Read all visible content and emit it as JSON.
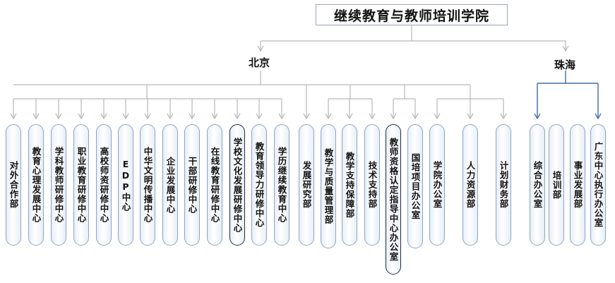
{
  "title": "继续教育与教师培训学院",
  "branches": [
    {
      "name": "北京",
      "units": [
        "对外合作部",
        "教育心理发展中心",
        "学科教师研修中心",
        "职业教育研修中心",
        "高校师资研修中心",
        "EDP中心",
        "中华文明传播中心",
        "企业发展中心",
        "干部研修中心",
        "在线教育研修中心",
        "学校文化发展研修中心",
        "教育领导力研修中心",
        "学历继续教育中心",
        "发展研究部",
        "教学与质量管理部",
        "教学支持保障部",
        "技术支持部",
        "教师资格认定指导中心办公室",
        "国培项目办公室",
        "学院办公室",
        "人力资源部",
        "计划财务部"
      ]
    },
    {
      "name": "珠海",
      "units": [
        "综合办公室",
        "培训部",
        "事业发展部",
        "广东中心执行办公室"
      ]
    }
  ],
  "colors": {
    "connector": "#b8b8b8",
    "zhuhai_connector": "#3f6aa8",
    "node_border": "#8ea3c4",
    "node_fill": "#e7eef8"
  }
}
